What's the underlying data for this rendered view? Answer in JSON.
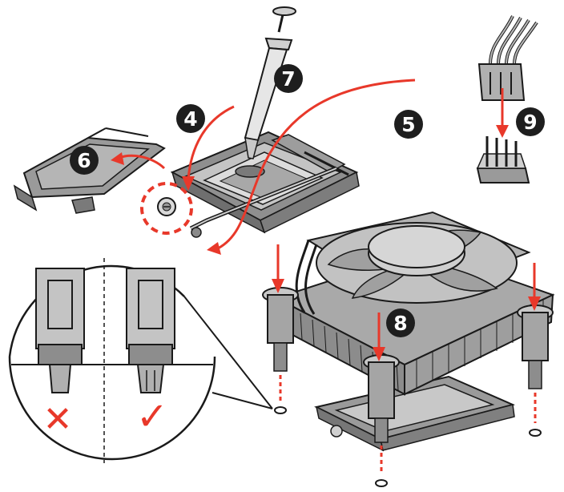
{
  "steps": {
    "s4": "4",
    "s5": "5",
    "s6": "6",
    "s7": "7",
    "s8": "8",
    "s9": "9"
  },
  "marks": {
    "wrong": "✕",
    "right": "✓"
  },
  "colors": {
    "accent_red": "#e8382a",
    "badge": "#1e1e1e",
    "part_gray": "#8d8d8d",
    "part_light": "#c8c8c8",
    "outline": "#1a1a1a"
  }
}
